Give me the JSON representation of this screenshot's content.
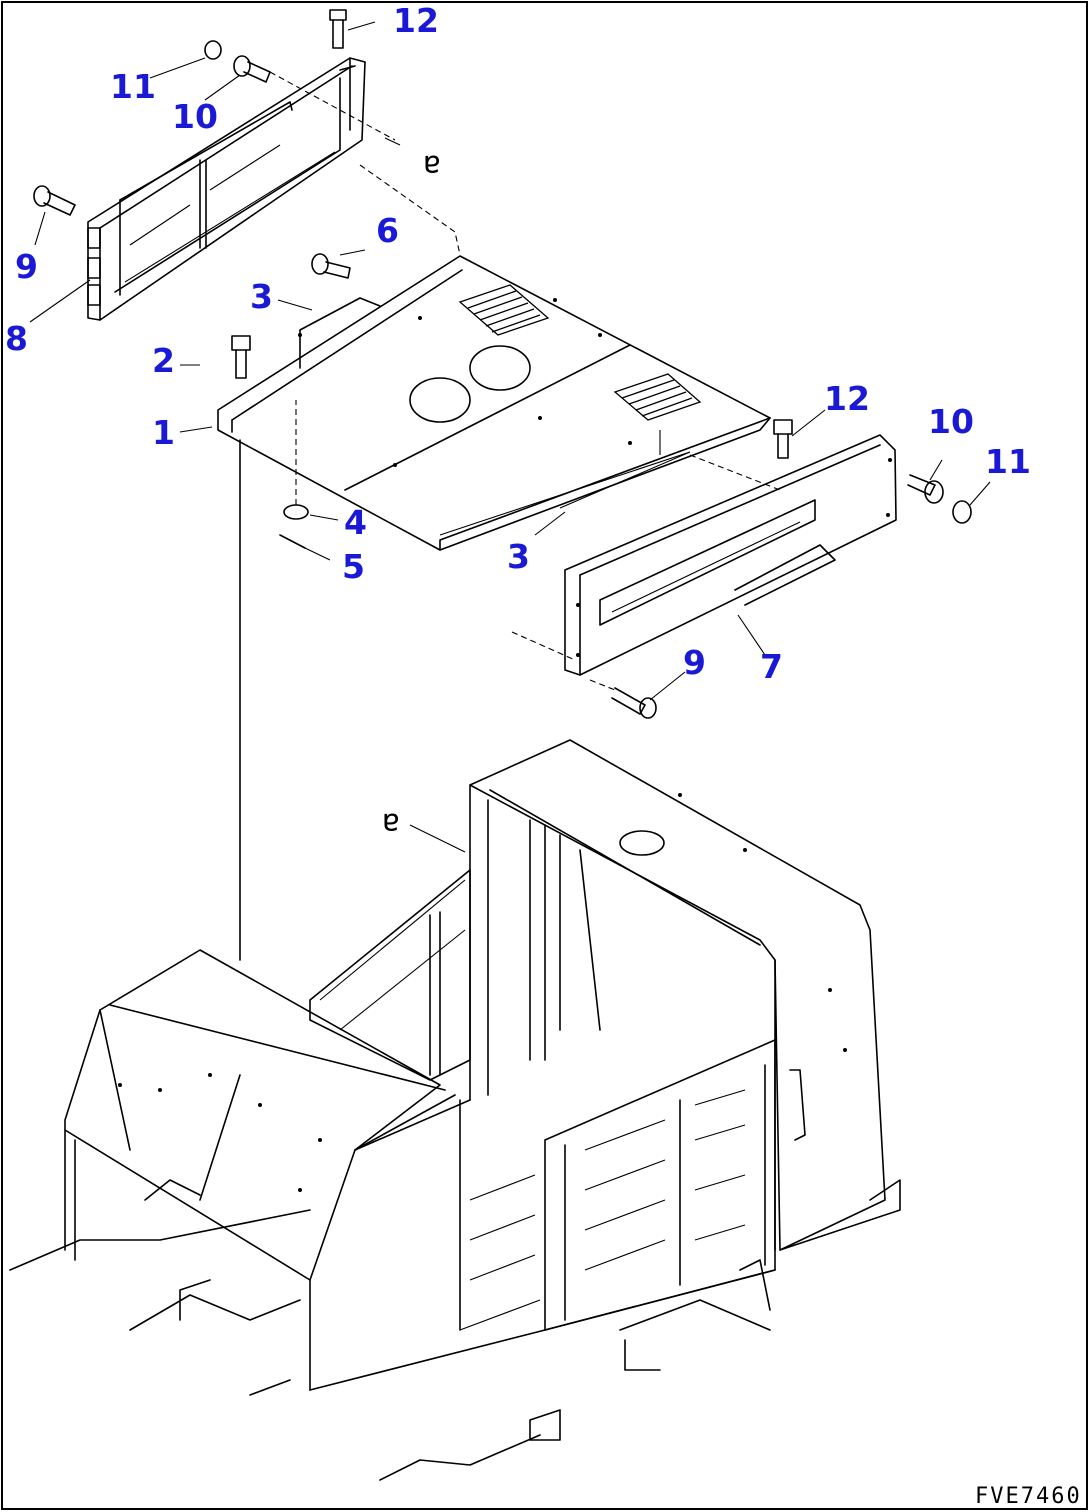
{
  "callouts": {
    "c1": "1",
    "c2": "2",
    "c3_upper": "3",
    "c3_lower": "3",
    "c4": "4",
    "c5": "5",
    "c6": "6",
    "c7": "7",
    "c8": "8",
    "c9_left": "9",
    "c9_right": "9",
    "c10_left": "10",
    "c10_right": "10",
    "c11_left": "11",
    "c11_right": "11",
    "c12_top": "12",
    "c12_right": "12"
  },
  "references": {
    "ref_a_upper": "a",
    "ref_a_lower": "a"
  },
  "drawing_code": "FVE7460",
  "colors": {
    "callout": "#1a1ad6",
    "line": "#000000"
  }
}
